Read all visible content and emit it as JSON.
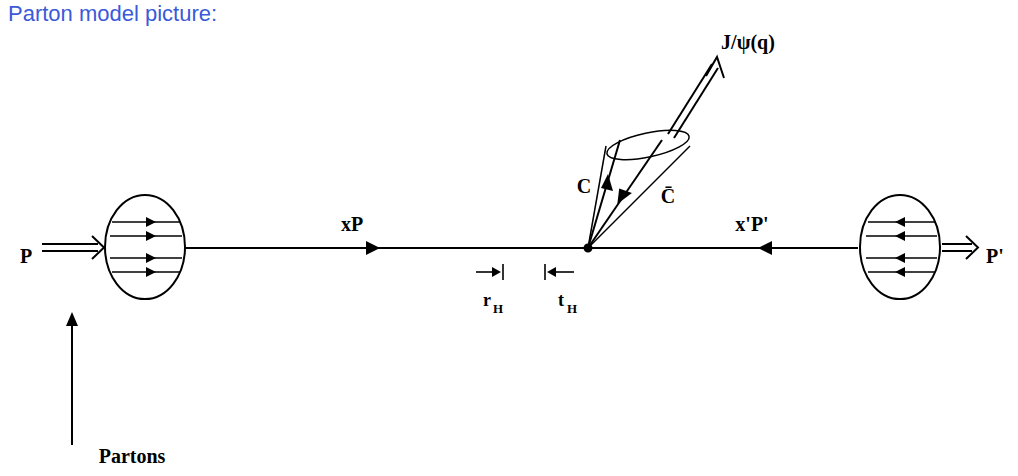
{
  "diagram": {
    "title": "Parton model picture:",
    "labels": [
      "J/ψ(q)",
      "C",
      "C̄",
      "xP",
      "x'P'",
      "P",
      "r",
      "H",
      "t",
      "H",
      "P'",
      "Partons"
    ]
  }
}
